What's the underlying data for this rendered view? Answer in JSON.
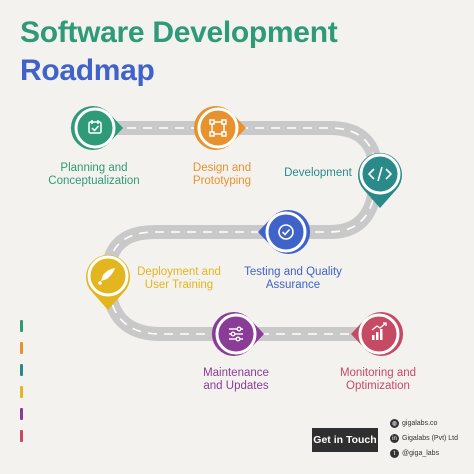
{
  "title": {
    "line1": "Software Development",
    "line2": "Roadmap"
  },
  "colors": {
    "title_green": "#2e9a78",
    "title_blue": "#3f63c8",
    "planning": "#2e9a78",
    "design": "#e8922e",
    "development": "#2a8a8a",
    "testing": "#3f63c8",
    "deployment": "#e3b51f",
    "maintenance": "#8a3d97",
    "monitoring": "#c74a64",
    "road": "#c9c9c9",
    "road_dash": "#ffffff"
  },
  "steps": [
    {
      "id": "planning",
      "label": "Planning and Conceptualization",
      "icon": "calendar-check-icon"
    },
    {
      "id": "design",
      "label": "Design and Prototyping",
      "icon": "crop-frame-icon"
    },
    {
      "id": "development",
      "label": "Development",
      "icon": "code-icon"
    },
    {
      "id": "testing",
      "label": "Testing and Quality Assurance",
      "icon": "check-circle-icon"
    },
    {
      "id": "deployment",
      "label": "Deployment and User Training",
      "icon": "rocket-icon"
    },
    {
      "id": "maintenance",
      "label": "Maintenance and Updates",
      "icon": "sliders-icon"
    },
    {
      "id": "monitoring",
      "label": "Monitoring and Optimization",
      "icon": "chart-growth-icon"
    }
  ],
  "labels": {
    "planning_1": "Planning and",
    "planning_2": "Conceptualization",
    "design_1": "Design and",
    "design_2": "Prototyping",
    "development": "Development",
    "deployment_1": "Deployment and",
    "deployment_2": "User Training",
    "testing_1": "Testing and Quality",
    "testing_2": "Assurance",
    "maintenance_1": "Maintenance",
    "maintenance_2": "and Updates",
    "monitoring_1": "Monitoring and",
    "monitoring_2": "Optimization"
  },
  "cta": {
    "label": "Get in Touch"
  },
  "contacts": {
    "website": "gigalabs.co",
    "linkedin": "Gigalabs (Pvt) Ltd",
    "twitter": "@giga_labs"
  }
}
